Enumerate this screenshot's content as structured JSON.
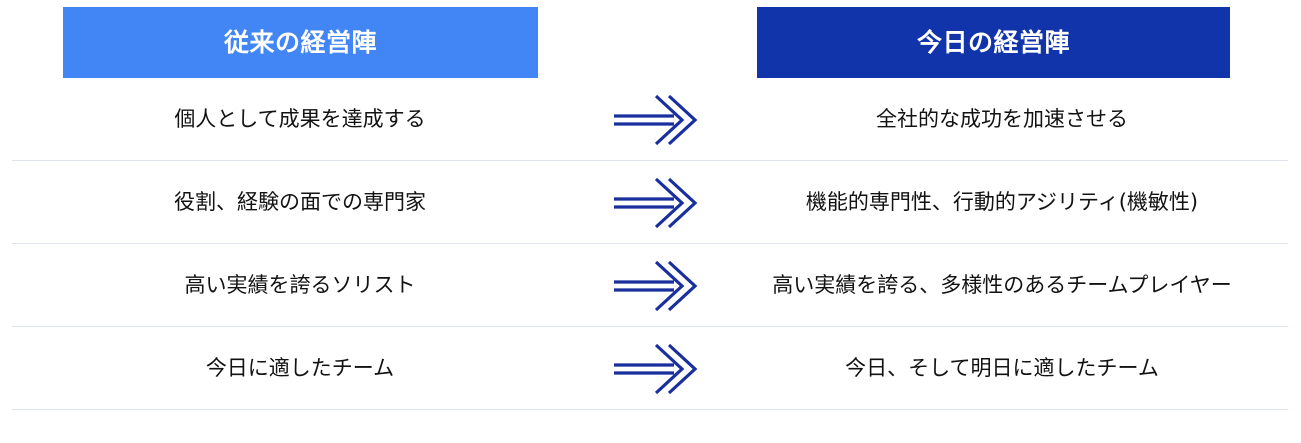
{
  "table": {
    "headers": {
      "left": "従来の経営陣",
      "right": "今日の経営陣"
    },
    "colors": {
      "left_header_bg": "#4285f4",
      "right_header_bg": "#1234ab",
      "header_text": "#ffffff",
      "arrow": "#1a2f9e",
      "divider": "#dfe2ef",
      "body_text": "#121212",
      "page_bg": "#ffffff"
    },
    "arrow_glyph": "⟹",
    "rows": [
      {
        "left": "個人として成果を達成する",
        "arrow": "⟹",
        "right": "全社的な成功を加速させる"
      },
      {
        "left": "役割、経験の面での専門家",
        "arrow": "⟹",
        "right": "機能的専門性、行動的アジリティ(機敏性)"
      },
      {
        "left": "高い実績を誇るソリスト",
        "arrow": "⟹",
        "right": "高い実績を誇る、多様性のあるチームプレイヤー"
      },
      {
        "left": "今日に適したチーム",
        "arrow": "⟹",
        "right": "今日、そして明日に適したチーム"
      }
    ]
  }
}
